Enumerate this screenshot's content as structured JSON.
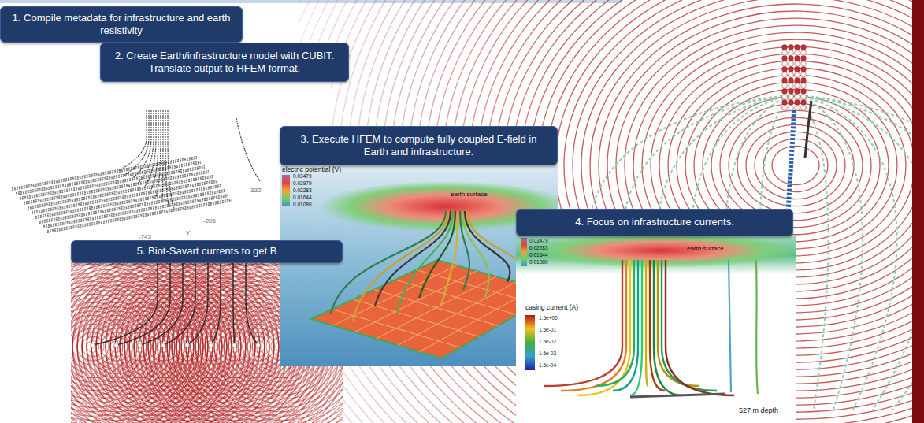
{
  "diagram": {
    "nodes": [
      {
        "text": [
          "1. Compile metadata for infrastructure and earth resistivity"
        ]
      },
      {
        "text": [
          "2. Create Earth/infrastructure model with CUBIT. Translate output to HFEM format."
        ]
      },
      {
        "text": [
          "3. Execute HFEM to compute fully coupled E-field in Earth and infrastructure."
        ]
      },
      {
        "text": [
          "4. Focus on infrastructure currents."
        ]
      },
      {
        "text": [
          "5. Biot-Savart currents to get B"
        ]
      }
    ],
    "labels": [
      "332",
      "-206",
      "Y",
      "-743",
      "electric potential (V)",
      "0.03479",
      "0.02979",
      "0.02283",
      "0.01644",
      "0.01080",
      "earth surface",
      "0.03479",
      "0.02283",
      "0.01644",
      "0.01080",
      "earth surface",
      "casing current (A)",
      "1.5e+00",
      "1.5e-01",
      "1.5e-02",
      "1.5e-03",
      "1.5e-04",
      "527 m depth"
    ]
  }
}
